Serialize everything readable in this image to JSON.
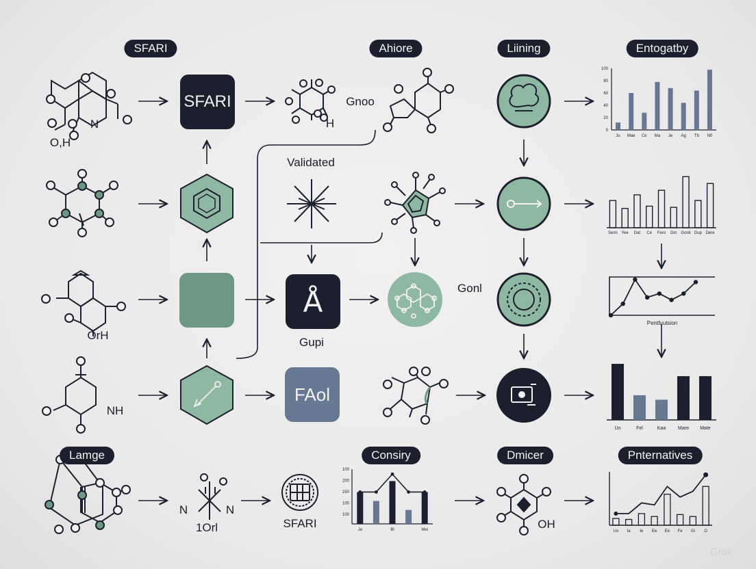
{
  "header_pills": [
    "SFARI",
    "Ahiore",
    "Liining",
    "Entogatby"
  ],
  "footer_pills": [
    "Lamge",
    "Consiry",
    "Dmicer",
    "Pnternatives"
  ],
  "tiles": {
    "sfari": "SFARI",
    "a_glyph": "Å",
    "faol": "FAol"
  },
  "labels": {
    "gnoo": "Gnoo",
    "validated": "Validated",
    "gon": "Gonl",
    "gupi": "Gupi",
    "molecule_h": "H",
    "oh_h": "O,H",
    "orh": "OrH",
    "nh": "NH",
    "n_left": "N",
    "n_right": "N",
    "one_orl": "1Orl",
    "sfari_bottom": "SFARI",
    "oh_bottom": "OH"
  },
  "chart_row1": {
    "yticks": [
      "100",
      "80",
      "60",
      "40",
      "20",
      "0"
    ],
    "categories": [
      "Ju",
      "Mae",
      "Ce",
      "Ma",
      "Je",
      "Ag",
      "Tb",
      "N0"
    ],
    "values": [
      12,
      60,
      28,
      78,
      68,
      44,
      64,
      98
    ]
  },
  "chart_row2": {
    "categories": [
      "Semi",
      "Yee",
      "Dat",
      "Ce",
      "Fero",
      "Dm",
      "Gonli",
      "Gup",
      "Dere"
    ],
    "values": [
      48,
      34,
      58,
      38,
      66,
      36,
      90,
      48,
      78
    ]
  },
  "chart_row3": {
    "caption": "Pentfuutsion",
    "values": [
      0,
      18,
      56,
      28,
      34,
      24,
      34,
      52
    ]
  },
  "chart_row4": {
    "categories": [
      "Un",
      "Fel",
      "Kaa",
      "Mare",
      "Mate"
    ],
    "values": [
      100,
      44,
      36,
      78,
      78
    ],
    "colors": [
      "#1c1f2e",
      "#667892",
      "#667892",
      "#1c1f2e",
      "#1c1f2e"
    ]
  },
  "chart_consiry": {
    "yticks": [
      "100",
      "200",
      "250",
      "100",
      "100"
    ],
    "categories": [
      "Je",
      "Bl",
      "Mei"
    ],
    "bars": [
      64,
      46,
      86,
      28,
      64
    ],
    "bar_colors": [
      "#1c1f2e",
      "#667892",
      "#1c1f2e",
      "#667892",
      "#1c1f2e"
    ],
    "line": [
      64,
      64,
      100,
      64,
      64
    ]
  },
  "chart_alternatives": {
    "categories": [
      "Uo",
      "Ia",
      "Ie",
      "Ee",
      "Ee",
      "Fe",
      "Gi",
      "O"
    ],
    "bars": [
      14,
      12,
      24,
      18,
      64,
      22,
      18,
      80
    ],
    "line": [
      24,
      24,
      46,
      42,
      80,
      58,
      70,
      104
    ]
  },
  "watermark": "Grok",
  "colors": {
    "ink": "#1c1f2e",
    "green": "#6f9884",
    "mint": "#8fb8a3",
    "slate": "#667892"
  }
}
